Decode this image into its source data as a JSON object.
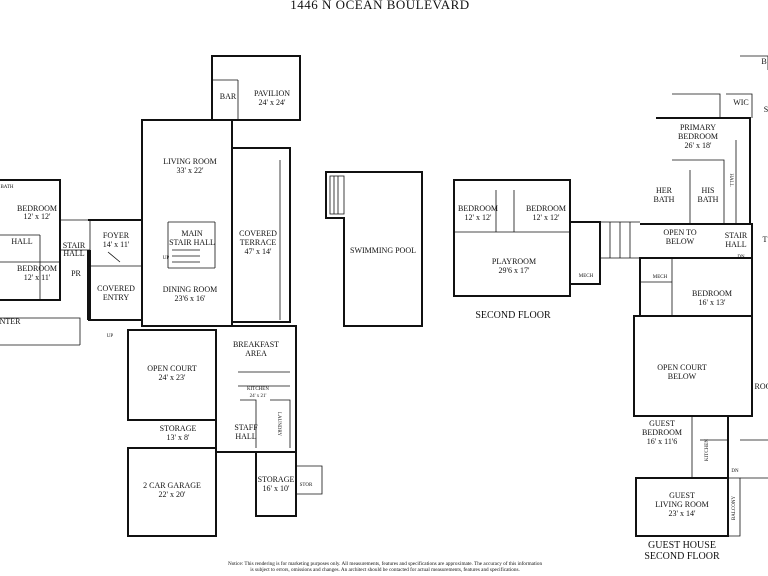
{
  "title": "1446 N OCEAN BOULEVARD",
  "rooms": {
    "bar": "BAR",
    "pavilion": "PAVILION",
    "pavilion_dim": "24' x 24'",
    "living_room": "LIVING ROOM",
    "living_room_dim": "33' x 22'",
    "main_stair_hall_1": "MAIN",
    "main_stair_hall_2": "STAIR HALL",
    "covered_terrace_1": "COVERED",
    "covered_terrace_2": "TERRACE",
    "covered_terrace_dim": "47' x 14'",
    "dining_room": "DINING ROOM",
    "dining_room_dim": "23'6 x 16'",
    "foyer": "FOYER",
    "foyer_dim": "14' x 11'",
    "covered_entry_1": "COVERED",
    "covered_entry_2": "ENTRY",
    "stair_hall_1": "STAIR",
    "stair_hall_2": "HALL",
    "hall": "HALL",
    "pr": "PR",
    "bedroom_left_1": "BEDROOM",
    "bedroom_left_1_dim": "12' x 12'",
    "bedroom_left_2": "BEDROOM",
    "bedroom_left_2_dim": "12' x 11'",
    "center_partial": "NTER",
    "swimming_pool": "SWIMMING POOL",
    "open_court": "OPEN COURT",
    "open_court_dim": "24' x 23'",
    "breakfast_area_1": "BREAKFAST",
    "breakfast_area_2": "AREA",
    "kitchen": "KITCHEN",
    "kitchen_dim": "24' x 21'",
    "storage_1": "STORAGE",
    "storage_1_dim": "13' x 8'",
    "staff_hall_1": "STAFF",
    "staff_hall_2": "HALL",
    "laundry": "LAUNDRY",
    "garage": "2 CAR GARAGE",
    "garage_dim": "22' x 20'",
    "storage_2": "STORAGE",
    "storage_2_dim": "16' x 10'",
    "stor": "STOR",
    "bedroom_sf_1": "BEDROOM",
    "bedroom_sf_1_dim": "12' x 12'",
    "bedroom_sf_2": "BEDROOM",
    "bedroom_sf_2_dim": "12' x 12'",
    "playroom": "PLAYROOM",
    "playroom_dim": "29'6 x 17'",
    "mech": "MECH",
    "primary_bedroom_1": "PRIMARY",
    "primary_bedroom_2": "BEDROOM",
    "primary_bedroom_dim": "26' x 18'",
    "wic": "WIC",
    "her_bath_1": "HER",
    "her_bath_2": "BATH",
    "his_bath_1": "HIS",
    "his_bath_2": "BATH",
    "hall_right": "HALL",
    "open_to_below_1": "OPEN TO",
    "open_to_below_2": "BELOW",
    "stair_hall_right_1": "STAIR",
    "stair_hall_right_2": "HALL",
    "bedroom_right": "BEDROOM",
    "bedroom_right_dim": "16' x 13'",
    "mech_right": "MECH",
    "open_court_below_1": "OPEN COURT",
    "open_court_below_2": "BELOW",
    "guest_bedroom_1": "GUEST",
    "guest_bedroom_2": "BEDROOM",
    "guest_bedroom_dim": "16' x 11'6",
    "kitchen_guest": "KITCHEN",
    "guest_living_1": "GUEST",
    "guest_living_2": "LIVING ROOM",
    "guest_living_dim": "23' x 14'",
    "balcony": "BALCONY",
    "bath": "BATH",
    "up": "UP",
    "dn": "DN",
    "partial_b": "B",
    "partial_s": "S",
    "partial_t": "T",
    "partial_roo": "ROO"
  },
  "floors": {
    "second_floor": "SECOND FLOOR",
    "guest_house_1": "GUEST HOUSE",
    "guest_house_2": "SECOND FLOOR"
  },
  "notice_1": "Notice: This rendering is for marketing purposes only. All measurements, features and specifications are approximate. The accuracy of this information",
  "notice_2": "is subject to errors, omissions and changes. An architect should be contacted for actual measurements, features and specifications."
}
